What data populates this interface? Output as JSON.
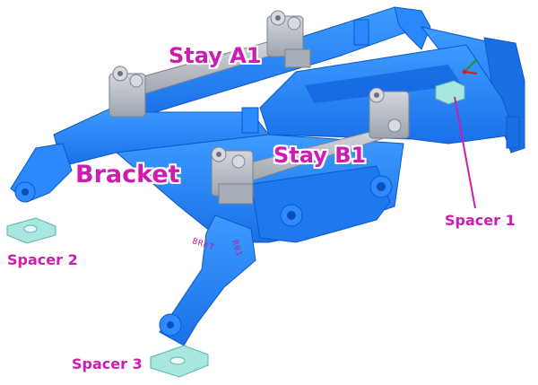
{
  "colors": {
    "label": "#d01bb0",
    "bracket_blue": "#1e86ff",
    "bracket_dark": "#0f5fd6",
    "stay_gray": "#b9bfc9",
    "spacer_teal": "#a8e6e0"
  },
  "labels": {
    "stay_a1": "Stay A1",
    "stay_b1": "Stay B1",
    "bracket": "Bracket",
    "spacer_1": "Spacer 1",
    "spacer_2": "Spacer 2",
    "spacer_3": "Spacer 3"
  },
  "engraving": {
    "line1": "BRKT",
    "line2": "R01"
  }
}
